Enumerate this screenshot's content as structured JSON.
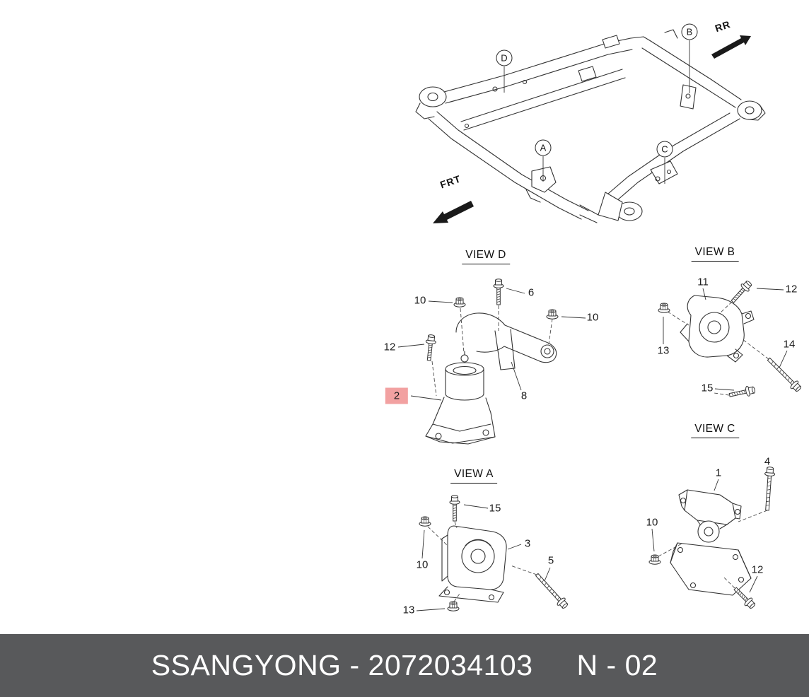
{
  "figure": {
    "callouts": [
      {
        "letter": "D"
      },
      {
        "letter": "B"
      },
      {
        "letter": "A"
      },
      {
        "letter": "C"
      }
    ],
    "directions": {
      "rear": "RR",
      "front": "FRT"
    },
    "icons": {
      "rear_arrow": "arrow-up-right",
      "front_arrow": "arrow-down-left"
    }
  },
  "views": {
    "view_d": {
      "title": "VIEW D",
      "labels": [
        {
          "text": "10"
        },
        {
          "text": "6"
        },
        {
          "text": "10"
        },
        {
          "text": "12"
        },
        {
          "text": "2",
          "highlighted": true
        },
        {
          "text": "8"
        }
      ]
    },
    "view_b": {
      "title": "VIEW B",
      "labels": [
        {
          "text": "11"
        },
        {
          "text": "12"
        },
        {
          "text": "13"
        },
        {
          "text": "14"
        },
        {
          "text": "15"
        }
      ]
    },
    "view_a": {
      "title": "VIEW A",
      "labels": [
        {
          "text": "15"
        },
        {
          "text": "10"
        },
        {
          "text": "3"
        },
        {
          "text": "5"
        },
        {
          "text": "13"
        }
      ]
    },
    "view_c": {
      "title": "VIEW C",
      "labels": [
        {
          "text": "1"
        },
        {
          "text": "4"
        },
        {
          "text": "10"
        },
        {
          "text": "12"
        }
      ]
    }
  },
  "highlight": {
    "color": "#f2a1a1"
  },
  "banner": {
    "left": "SSANGYONG - 2072034103",
    "right": "N - 02",
    "bg": "#58595b",
    "fg": "#ffffff"
  }
}
